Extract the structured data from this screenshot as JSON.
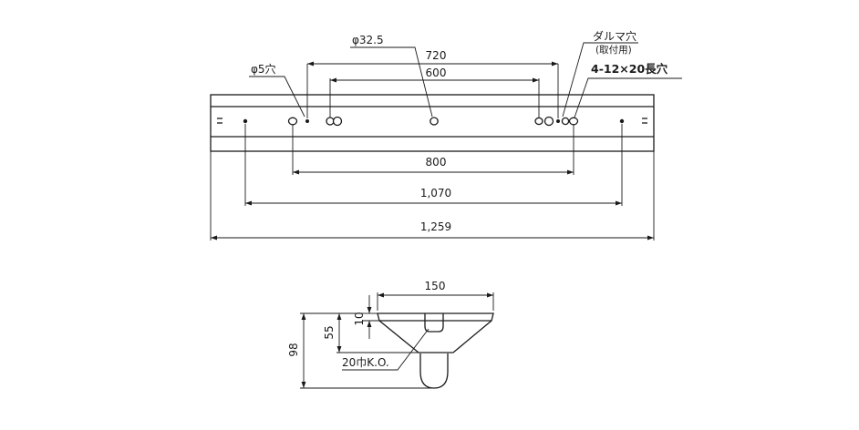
{
  "top_view": {
    "labels": {
      "phi5_hole": "φ5穴",
      "phi32_5": "φ32.5",
      "daruma_hole": "ダルマ穴",
      "daruma_sub": "(取付用)",
      "slot_holes": "4-12×20長穴"
    },
    "dimensions": {
      "d720": "720",
      "d600": "600",
      "d800": "800",
      "d1070": "1,070",
      "d1259": "1,259"
    }
  },
  "side_view": {
    "dimensions": {
      "d150": "150",
      "d10": "10",
      "d55": "55",
      "d98": "98"
    },
    "labels": {
      "knockout": "20巾K.O."
    }
  }
}
